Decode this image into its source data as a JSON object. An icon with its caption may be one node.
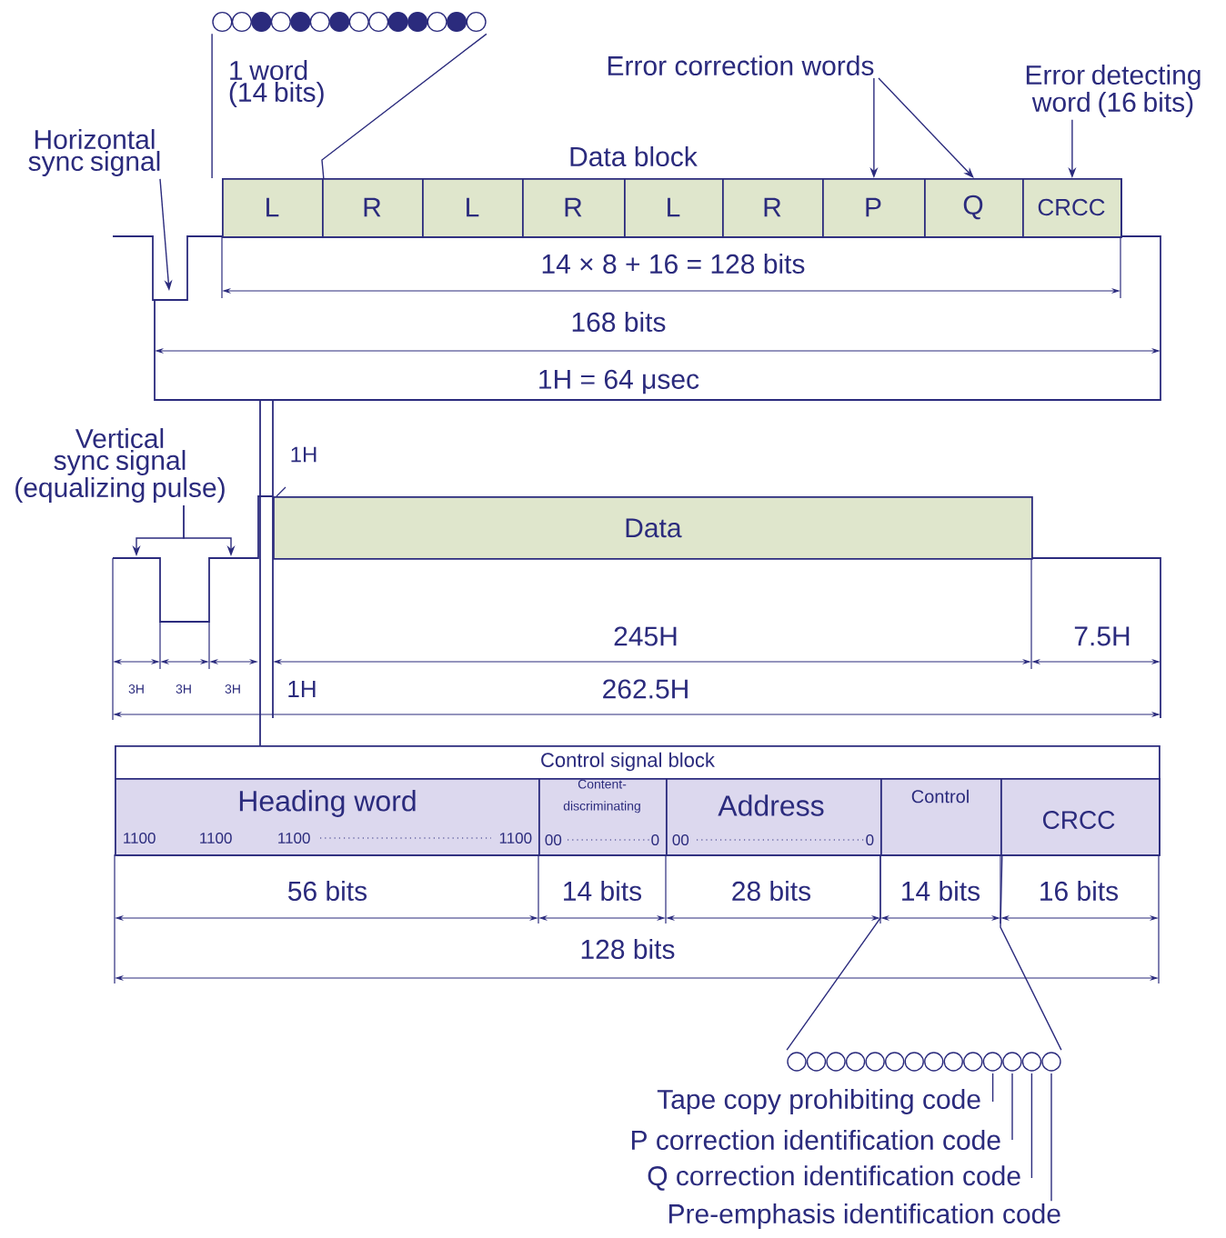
{
  "diagram": {
    "nodes": [
      {
        "text": [],
        "shape": "picture",
        "beside": [
          "1 word (14 bits)"
        ]
      },
      {
        "text": [
          "Data block"
        ]
      },
      {
        "text": [
          "L"
        ],
        "in": 1
      },
      {
        "text": [
          "R"
        ],
        "in": 1
      },
      {
        "text": [
          "L"
        ],
        "in": 1
      },
      {
        "text": [
          "R"
        ],
        "in": 1
      },
      {
        "text": [
          "L"
        ],
        "in": 1
      },
      {
        "text": [
          "R"
        ],
        "in": 1
      },
      {
        "text": [
          "P"
        ],
        "in": 1
      },
      {
        "text": [
          "Q"
        ],
        "in": 1
      },
      {
        "text": [
          "CRCC"
        ],
        "in": 1
      },
      {
        "text": [
          "Error correction words"
        ]
      },
      {
        "text": [
          "Error detecting word (16 bits)"
        ]
      },
      {
        "text": [
          "Horizontal sync signal"
        ]
      },
      {
        "text": [
          "Vertical sync signal (equalizing pulse)"
        ]
      },
      {
        "text": [
          "Data"
        ]
      },
      {
        "text": [
          "Control signal block"
        ]
      },
      {
        "text": [
          "Heading word",
          "1100",
          "1100",
          "1100",
          "1100"
        ],
        "in": 16
      },
      {
        "text": [
          "Content-discriminating",
          "00",
          "0"
        ],
        "in": 16
      },
      {
        "text": [
          "Address",
          "00",
          "0"
        ],
        "in": 16
      },
      {
        "text": [
          "Control"
        ],
        "in": 16
      },
      {
        "text": [
          "CRCC"
        ],
        "in": 16
      },
      {
        "text": [],
        "shape": "picture"
      },
      {
        "text": [
          "Tape copy prohibiting code"
        ]
      },
      {
        "text": [
          "P correction identification code"
        ]
      },
      {
        "text": [
          "Q correction identification code"
        ]
      },
      {
        "text": [
          "Pre-emphasis identification code"
        ]
      }
    ],
    "edges": [
      {
        "from": 0,
        "to": 2,
        "arrow": "none"
      },
      {
        "from": 11,
        "to": 8,
        "arrow": "to"
      },
      {
        "from": 11,
        "to": 9,
        "arrow": "to"
      },
      {
        "from": 12,
        "to": 10,
        "arrow": "to"
      },
      {
        "from": 13,
        "to": null,
        "arrow": "to"
      },
      {
        "from": 14,
        "to": null,
        "arrow": "to"
      },
      {
        "from": 14,
        "to": null,
        "arrow": "to"
      },
      {
        "from": 20,
        "to": 22,
        "arrow": "none"
      },
      {
        "from": 23,
        "to": 22,
        "arrow": "none"
      },
      {
        "from": 24,
        "to": 22,
        "arrow": "none"
      },
      {
        "from": 25,
        "to": 22,
        "arrow": "none"
      },
      {
        "from": 26,
        "to": 22,
        "arrow": "none"
      }
    ],
    "labels": [
      "14 × 8 + 16 = 128 bits",
      "168 bits",
      "1H = 64 μsec",
      "1H",
      "245H",
      "7.5H",
      "3H",
      "3H",
      "3H",
      "1H",
      "262.5H",
      "56 bits",
      "14 bits",
      "28 bits",
      "14 bits",
      "16 bits",
      "128 bits"
    ]
  }
}
